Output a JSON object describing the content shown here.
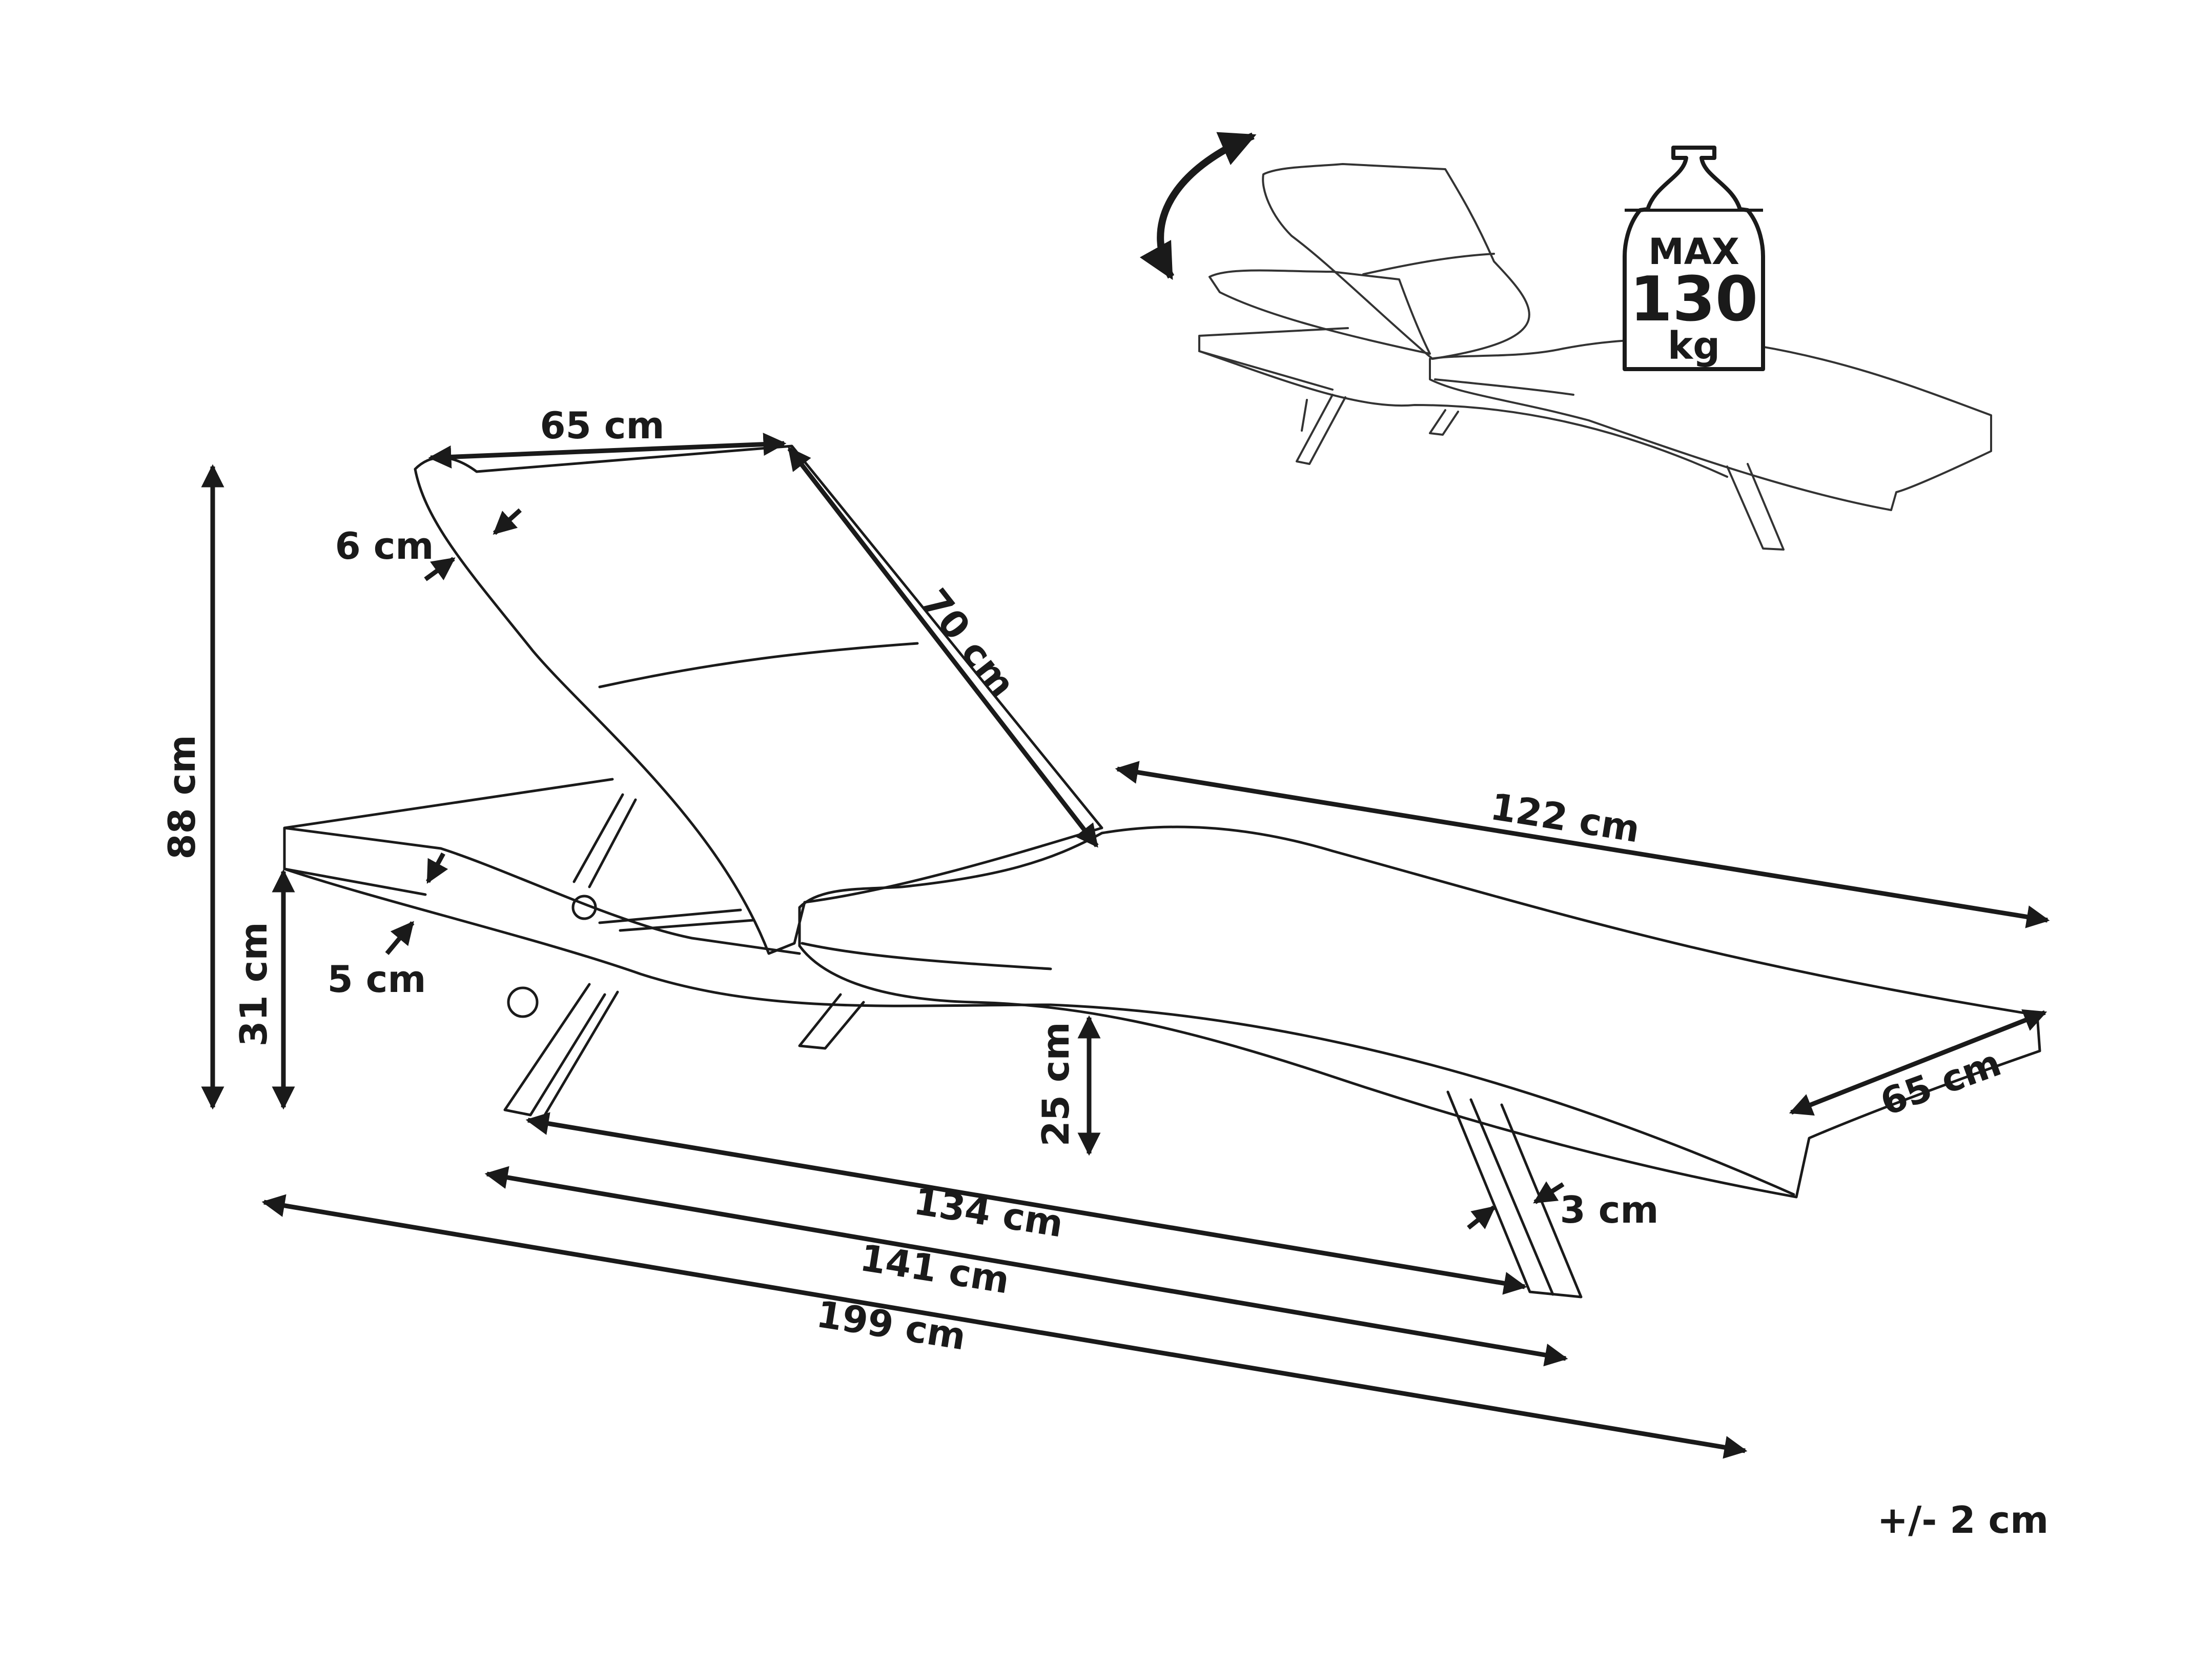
{
  "colors": {
    "line": "#1a1a1a",
    "outline": "#333333",
    "background": "#ffffff"
  },
  "dimensions": {
    "backrest_width": "65 cm",
    "cushion_thickness": "6 cm",
    "backrest_length": "70 cm",
    "total_height": "88 cm",
    "seat_height": "31 cm",
    "frame_thickness": "5 cm",
    "seat_length": "122 cm",
    "seat_width": "65 cm",
    "leg_clearance": "25 cm",
    "leg_width": "3 cm",
    "leg_span": "134 cm",
    "frame_length": "141 cm",
    "total_length": "199 cm"
  },
  "weight_badge": {
    "line1": "MAX",
    "line2": "130",
    "line3": "kg"
  },
  "tolerance": "+/- 2 cm",
  "icons": [
    "rotation-arrow-icon",
    "weight-icon"
  ]
}
